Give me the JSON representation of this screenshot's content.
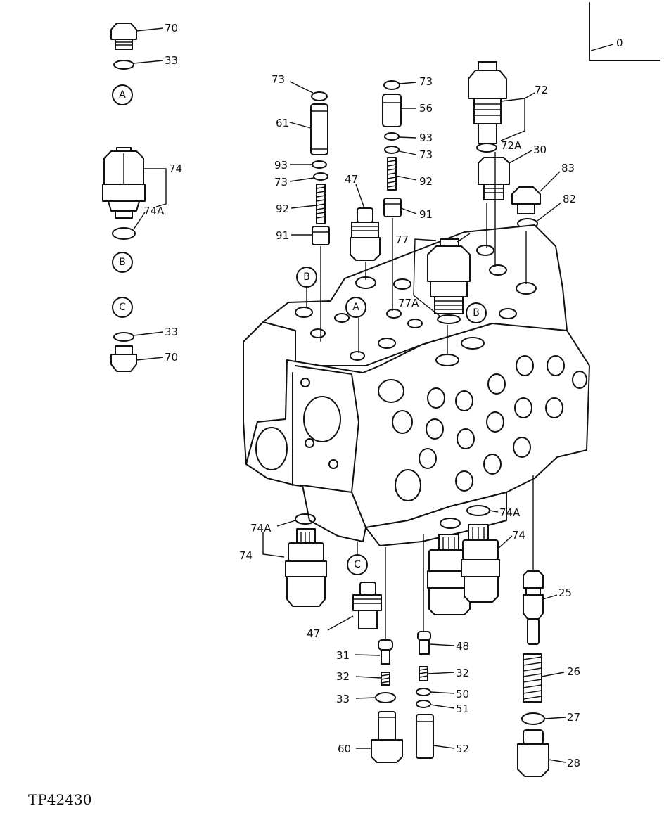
{
  "figure_id": "TP42430",
  "callouts": {
    "c0": "0",
    "c70a": "70",
    "c33a": "33",
    "c74a": "74",
    "c74Aa": "74A",
    "c33b": "33",
    "c70b": "70",
    "c73a": "73",
    "c61": "61",
    "c93a": "93",
    "c73b": "73",
    "c92a": "92",
    "c91a": "91",
    "c47a": "47",
    "c73c": "73",
    "c56": "56",
    "c93b": "93",
    "c73d": "73",
    "c92b": "92",
    "c91b": "91",
    "c72": "72",
    "c72A": "72A",
    "c30": "30",
    "c83": "83",
    "c82": "82",
    "c77": "77",
    "c77A": "77A",
    "c74Ab": "74A",
    "c74b": "74",
    "c74Ac": "74A",
    "c74c": "74",
    "c47b": "47",
    "c31": "31",
    "c32a": "32",
    "c33c": "33",
    "c60": "60",
    "c48": "48",
    "c32b": "32",
    "c50": "50",
    "c51": "51",
    "c52": "52",
    "c25": "25",
    "c26": "26",
    "c27": "27",
    "c28": "28"
  },
  "connectors": {
    "A1": "A",
    "B1": "B",
    "C1": "C",
    "B2": "B",
    "A2": "A",
    "B3": "B",
    "C2": "C"
  }
}
